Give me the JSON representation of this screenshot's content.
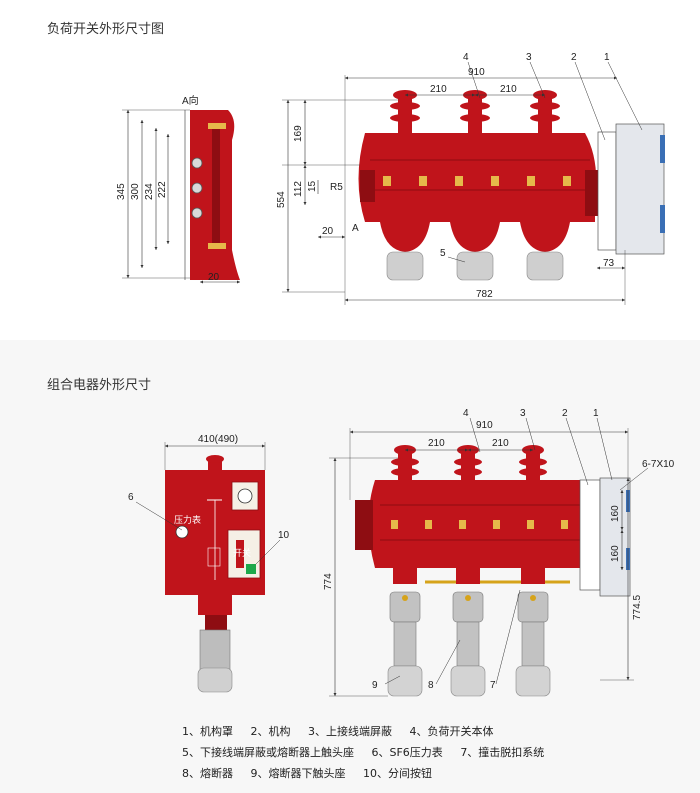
{
  "titles": {
    "top": "负荷开关外形尺寸图",
    "bottom": "组合电器外形尺寸"
  },
  "top_dims": {
    "a_view": "A向",
    "h345": "345",
    "h300": "300",
    "h234": "234",
    "h222": "222",
    "w20_side": "20",
    "d4": "4",
    "d910": "910",
    "d3": "3",
    "d2": "2",
    "d1": "1",
    "d210a": "210",
    "d210b": "210",
    "h554": "554",
    "h169": "169",
    "h112": "112",
    "h15": "15",
    "r5": "R5",
    "w20": "20",
    "a_mark": "A",
    "d5": "5",
    "w73": "73",
    "w782": "782"
  },
  "bottom_dims": {
    "w410": "410(490)",
    "d6": "6",
    "d10": "10",
    "pressure": "压力表",
    "switch": "开关",
    "d4": "4",
    "d910": "910",
    "d3": "3",
    "d2": "2",
    "d1": "1",
    "d210a": "210",
    "d210b": "210",
    "holes": "6-7X10",
    "h160a": "160",
    "h160b": "160",
    "h774": "774",
    "h774_5": "774.5",
    "d9": "9",
    "d8": "8",
    "d7": "7"
  },
  "legend": [
    [
      "1、机构罩",
      "2、机构",
      "3、上接线端屏蔽",
      "4、负荷开关本体"
    ],
    [
      "5、下接线端屏蔽或熔断器上触头座",
      "6、SF6压力表",
      "7、撞击脱扣系统"
    ],
    [
      "8、熔断器",
      "9、熔断器下触头座",
      "10、分间按钮"
    ]
  ],
  "colors": {
    "body_red": "#c0141b",
    "dark_red": "#8e0d12",
    "gray": "#c9c9c9",
    "line": "#333333"
  }
}
